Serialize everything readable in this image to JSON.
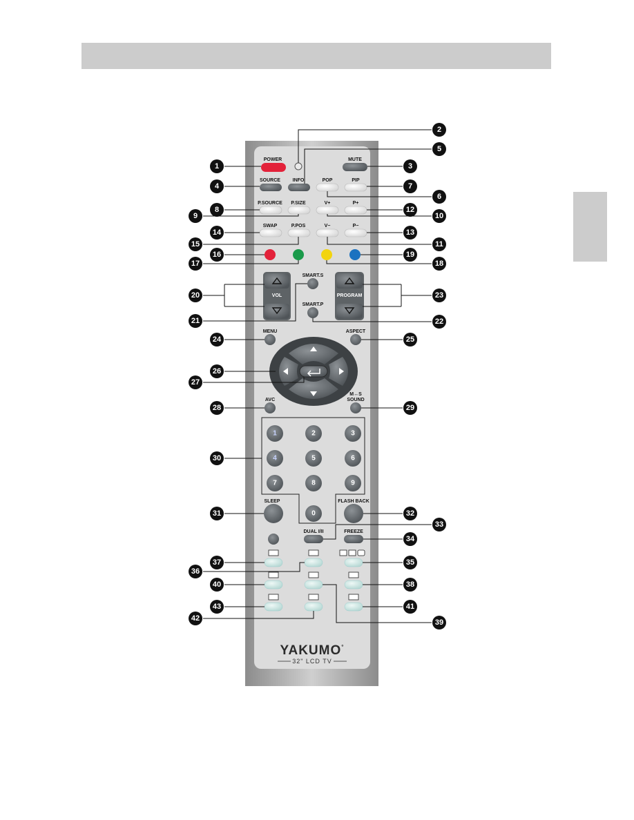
{
  "remote": {
    "labels": {
      "power": "POWER",
      "mute": "MUTE",
      "source": "SOURCE",
      "info": "INFO",
      "pop": "POP",
      "pip": "PIP",
      "psource": "P.SOURCE",
      "psize": "P.SIZE",
      "vplus": "V+",
      "pplus": "P+",
      "swap": "SWAP",
      "ppos": "P.POS",
      "vminus": "V−",
      "pminus": "P−",
      "smarts": "SMART.S",
      "smartp": "SMART.P",
      "vol": "VOL",
      "program": "PROGRAM",
      "menu": "MENU",
      "aspect": "ASPECT",
      "avc": "AVC",
      "mts": "M↔S",
      "sound": "SOUND",
      "sleep": "SLEEP",
      "flashback": "FLASH BACK",
      "dual": "DUAL I/II",
      "freeze": "FREEZE"
    },
    "digits": [
      "1",
      "2",
      "3",
      "4",
      "5",
      "6",
      "7",
      "8",
      "9",
      "0"
    ],
    "brand": "YAKUMO",
    "brand_mark": "°",
    "model": "32\" LCD TV"
  },
  "callouts": [
    "1",
    "2",
    "3",
    "4",
    "5",
    "6",
    "7",
    "8",
    "9",
    "10",
    "11",
    "12",
    "13",
    "14",
    "15",
    "16",
    "17",
    "18",
    "19",
    "20",
    "21",
    "22",
    "23",
    "24",
    "25",
    "26",
    "27",
    "28",
    "29",
    "30",
    "31",
    "32",
    "33",
    "34",
    "35",
    "36",
    "37",
    "38",
    "39",
    "40",
    "41",
    "42",
    "43"
  ],
  "colors": {
    "power_button": "#e3223a",
    "red_key": "#e3223a",
    "green_key": "#1a9a4a",
    "yellow_key": "#f2d40f",
    "blue_key": "#1b72c0",
    "button_dark": "#6f7478",
    "button_light": "#f4f4f4",
    "teletext_button": "#cfe7e4",
    "remote_body": "#dcdcdc",
    "remote_frame": "#a9a9a9",
    "callout": "#111111",
    "header_bar": "#cccccc"
  }
}
